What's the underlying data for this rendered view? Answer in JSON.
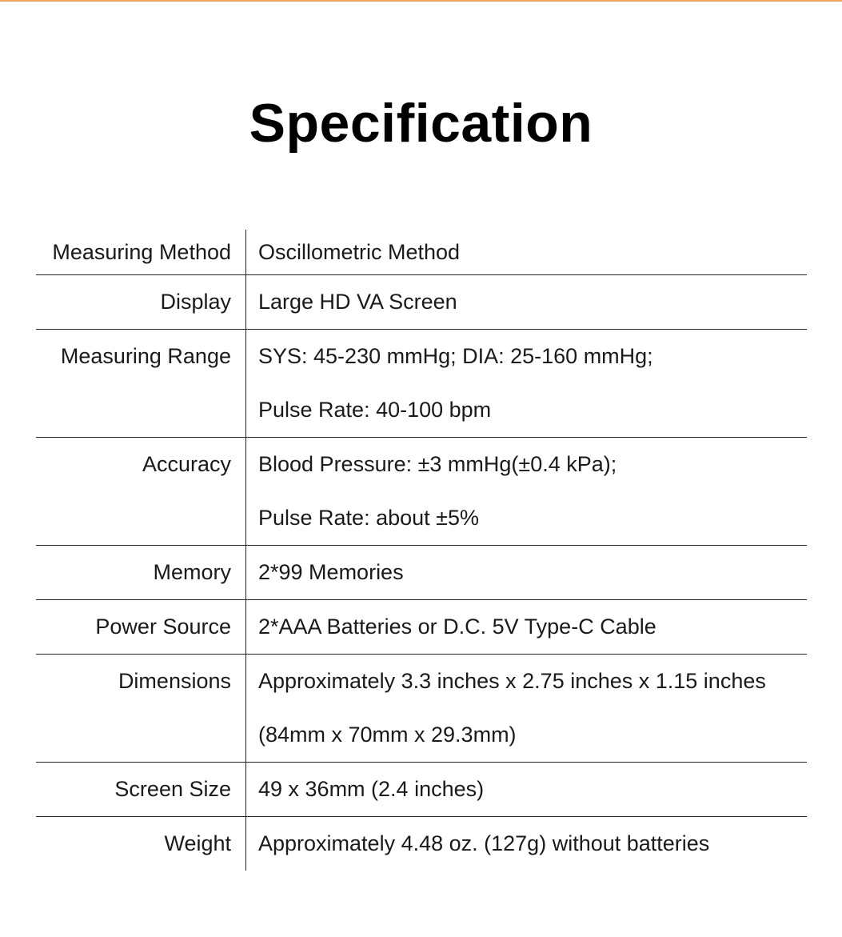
{
  "colors": {
    "accent_bar": "#f0a35c",
    "text": "#1a1a1a",
    "rule": "#222222"
  },
  "title": "Specification",
  "specs": [
    {
      "label": "Measuring Method",
      "values": [
        "Oscillometric Method"
      ]
    },
    {
      "label": "Display",
      "values": [
        "Large HD VA Screen"
      ]
    },
    {
      "label": "Measuring Range",
      "values": [
        "SYS: 45-230 mmHg; DIA: 25-160 mmHg;",
        "Pulse Rate: 40-100 bpm"
      ]
    },
    {
      "label": "Accuracy",
      "values": [
        "Blood Pressure: ±3 mmHg(±0.4 kPa);",
        "Pulse Rate: about ±5%"
      ]
    },
    {
      "label": "Memory",
      "values": [
        "2*99 Memories"
      ]
    },
    {
      "label": "Power Source",
      "values": [
        "2*AAA Batteries or D.C. 5V Type-C Cable"
      ]
    },
    {
      "label": "Dimensions",
      "values": [
        "Approximately 3.3 inches x 2.75 inches x 1.15 inches",
        "(84mm x 70mm x 29.3mm)"
      ]
    },
    {
      "label": "Screen Size",
      "values": [
        "49 x 36mm (2.4 inches)"
      ]
    },
    {
      "label": "Weight",
      "values": [
        "Approximately 4.48 oz. (127g) without batteries"
      ]
    }
  ]
}
